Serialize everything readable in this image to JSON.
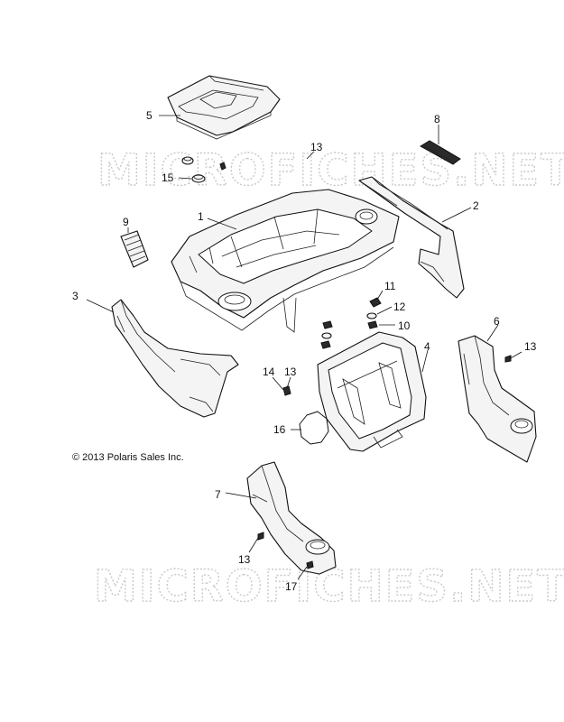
{
  "watermark": {
    "top": "MICROFICHES.NET",
    "bottom": "MICROFICHES.NET"
  },
  "copyright": "© 2013 Polaris Sales Inc.",
  "callouts": {
    "c1": "1",
    "c2": "2",
    "c3": "3",
    "c4": "4",
    "c5": "5",
    "c6": "6",
    "c7": "7",
    "c8": "8",
    "c9": "9",
    "c10": "10",
    "c11": "11",
    "c12": "12",
    "c13a": "13",
    "c13b": "13",
    "c13c": "13",
    "c13d": "13",
    "c14": "14",
    "c15": "15",
    "c16": "16",
    "c17": "17"
  }
}
